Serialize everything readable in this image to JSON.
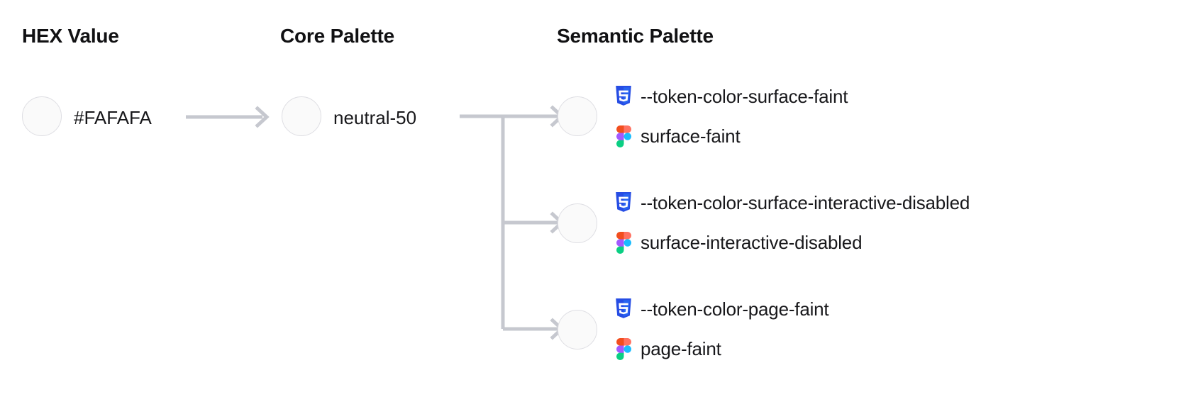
{
  "columns": {
    "hex": {
      "title": "HEX Value"
    },
    "core": {
      "title": "Core Palette"
    },
    "semantic": {
      "title": "Semantic Palette"
    }
  },
  "hex": {
    "value": "#FAFAFA",
    "swatch_color": "#FAFAFA"
  },
  "core": {
    "value": "neutral-50",
    "swatch_color": "#FAFAFA"
  },
  "semantic": {
    "rows": [
      {
        "css_icon": "css3-icon",
        "css_token": "--token-color-surface-faint",
        "figma_icon": "figma-icon",
        "figma_token": "surface-faint",
        "swatch_color": "#FAFAFA"
      },
      {
        "css_icon": "css3-icon",
        "css_token": "--token-color-surface-interactive-disabled",
        "figma_icon": "figma-icon",
        "figma_token": "surface-interactive-disabled",
        "swatch_color": "#FAFAFA"
      },
      {
        "css_icon": "css3-icon",
        "css_token": "--token-color-page-faint",
        "figma_icon": "figma-icon",
        "figma_token": "page-faint",
        "swatch_color": "#FAFAFA"
      }
    ]
  },
  "colors": {
    "background": "#FFFFFF",
    "text": "#18181B",
    "heading": "#111113",
    "connector": "#C6C8CF",
    "swatch_border": "#DEDEE3",
    "css_shield_dark": "#264DE4",
    "css_shield_light": "#2965F1",
    "css_glyph": "#FFFFFF",
    "figma_orange": "#F24E1E",
    "figma_red": "#FF7262",
    "figma_purple": "#A259FF",
    "figma_blue": "#1ABCFE",
    "figma_green": "#0ACF83"
  }
}
